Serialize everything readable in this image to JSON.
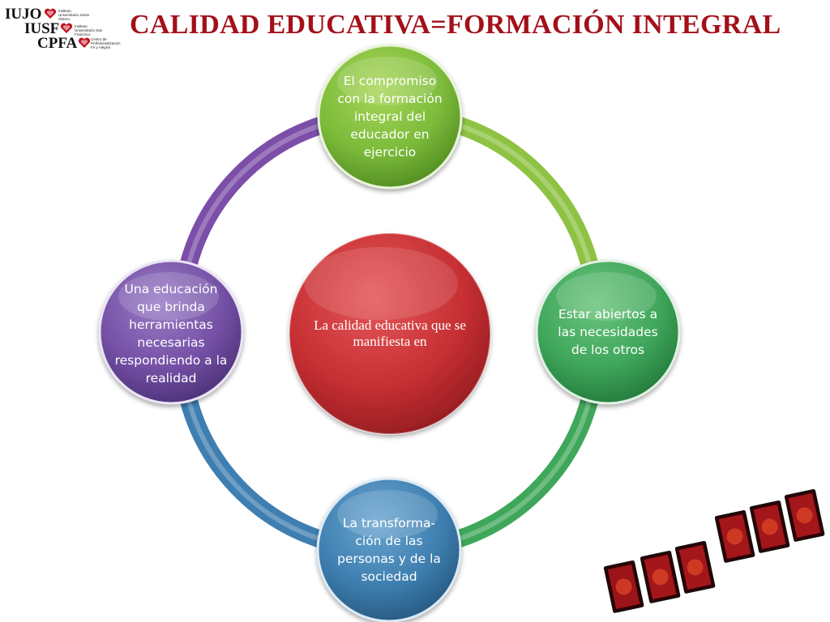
{
  "slide": {
    "title": "CALIDAD EDUCATIVA=FORMACIÓN INTEGRAL"
  },
  "logo": {
    "line1": "IUJO",
    "line2": "IUSF",
    "line3": "CPFA",
    "line1_small": "Instituto Universitario Jesús Obrero",
    "line2_small": "Instituto Universitario San Francisco",
    "line3_small": "Centro de Profesionalización Fe y Alegría"
  },
  "diagram": {
    "center": {
      "text": "La calidad educativa que se manifiesta en",
      "color": "#c8393b"
    },
    "nodes": [
      {
        "id": "top",
        "text": "El compromiso con la formación integral del educador en ejercicio",
        "color": "#7cbb3a"
      },
      {
        "id": "right",
        "text": "Estar abiertos a las necesidades de los otros",
        "color": "#3fa85a"
      },
      {
        "id": "bottom",
        "text": "La transforma-ción de las personas y de la sociedad",
        "color": "#3e7fb0"
      },
      {
        "id": "left",
        "text": "Una educación que brinda herramientas necesarias respondiendo a la realidad",
        "color": "#7450a5"
      }
    ]
  },
  "decoration": {
    "cards_icon": "red-playing-cards-icon"
  }
}
